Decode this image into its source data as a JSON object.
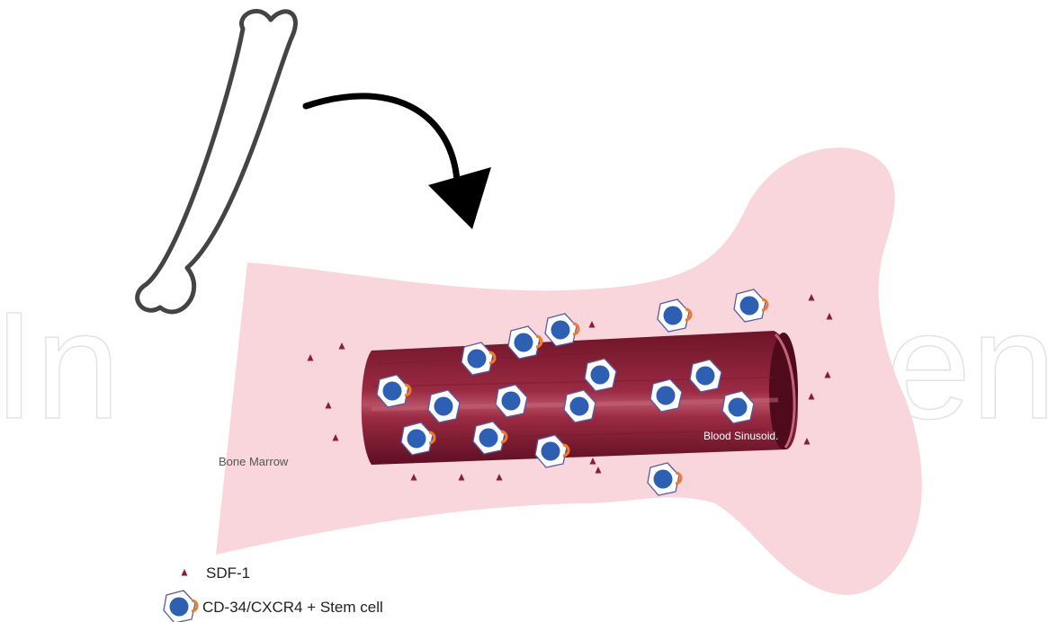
{
  "watermark": {
    "left": "In",
    "right": "en"
  },
  "labels": {
    "bone_marrow": "Bone Marrow",
    "blood_sinusoid": "Blood Sinusoid."
  },
  "legend": {
    "sdf1": "SDF-1",
    "stem_cell": "CD-34/CXCR4 + Stem cell"
  },
  "colors": {
    "tissue": "#f9d6dc",
    "vessel": "#8b1c33",
    "vessel_dark": "#5d0f22",
    "vessel_highlight": "#b64f63",
    "nucleus": "#2d5fb3",
    "receptor": "#f07a2a",
    "sdf1": "#8b1c33",
    "arrow": "#000000"
  },
  "icons": [
    "bone-icon",
    "curved-arrow-icon",
    "sdf1-icon",
    "stem-cell-icon"
  ]
}
